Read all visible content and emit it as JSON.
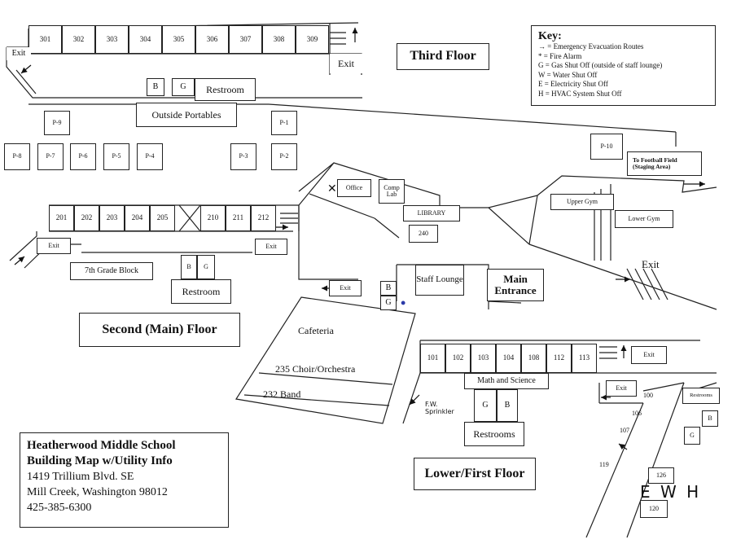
{
  "floors": {
    "third": "Third Floor",
    "second": "Second (Main) Floor",
    "first": "Lower/First Floor"
  },
  "key": {
    "title": "Key:",
    "items": [
      "= Emergency Evacuation Routes",
      "*  = Fire Alarm",
      "G = Gas Shut Off (outside of staff lounge)",
      "W = Water Shut Off",
      "E = Electricity Shut Off",
      "H = HVAC System Shut Off"
    ]
  },
  "info": {
    "line1": "Heatherwood Middle School",
    "line2": "Building Map w/Utility Info",
    "line3": "1419 Trillium Blvd. SE",
    "line4": "Mill Creek, Washington 98012",
    "line5": "425-385-6300"
  },
  "third_floor": {
    "rooms": [
      "301",
      "302",
      "303",
      "304",
      "305",
      "306",
      "307",
      "308",
      "309"
    ],
    "exit_left": "Exit",
    "exit_right": "Exit",
    "b": "B",
    "g": "G",
    "restroom": "Restroom"
  },
  "portables": {
    "label": "Outside Portables",
    "p9": "P-9",
    "p1": "P-1",
    "p8": "P-8",
    "p7": "P-7",
    "p6": "P-6",
    "p5": "P-5",
    "p4": "P-4",
    "p3": "P-3",
    "p2": "P-2",
    "p10": "P-10"
  },
  "second_floor": {
    "rooms": [
      "201",
      "202",
      "203",
      "204",
      "205",
      "210",
      "211",
      "212"
    ],
    "exit_left": "Exit",
    "exit_right": "Exit",
    "grade_block": "7th Grade Block",
    "b": "B",
    "g": "G",
    "restroom": "Restroom",
    "office": "Office",
    "comp_lab": "Comp Lab",
    "library": "LIBRARY",
    "room_240": "240",
    "exit_mid": "Exit",
    "staff_b": "B",
    "staff_g": "G",
    "staff_lounge": "Staff Lounge",
    "main_entrance": "Main Entrance",
    "cafeteria": "Cafeteria",
    "choir": "235 Choir/Orchestra",
    "band": "232 Band"
  },
  "gym": {
    "football": "To Football Field",
    "staging": "(Staging Area)",
    "upper": "Upper Gym",
    "lower": "Lower Gym",
    "exit": "Exit"
  },
  "first_floor": {
    "rooms": [
      "101",
      "102",
      "103",
      "104",
      "108",
      "112",
      "113"
    ],
    "exit_right": "Exit",
    "math_science": "Math and Science",
    "g": "G",
    "b": "B",
    "restrooms": "Restrooms",
    "exit_100": "Exit",
    "r100": "100",
    "r106": "106",
    "r107": "107",
    "r119": "119",
    "r126": "126",
    "r120": "120",
    "restrooms_small": "Restrooms",
    "b2": "B",
    "g2": "G",
    "handwritten_fw": "F.W. Sprinkler",
    "handwritten_ewh": "E W H"
  }
}
